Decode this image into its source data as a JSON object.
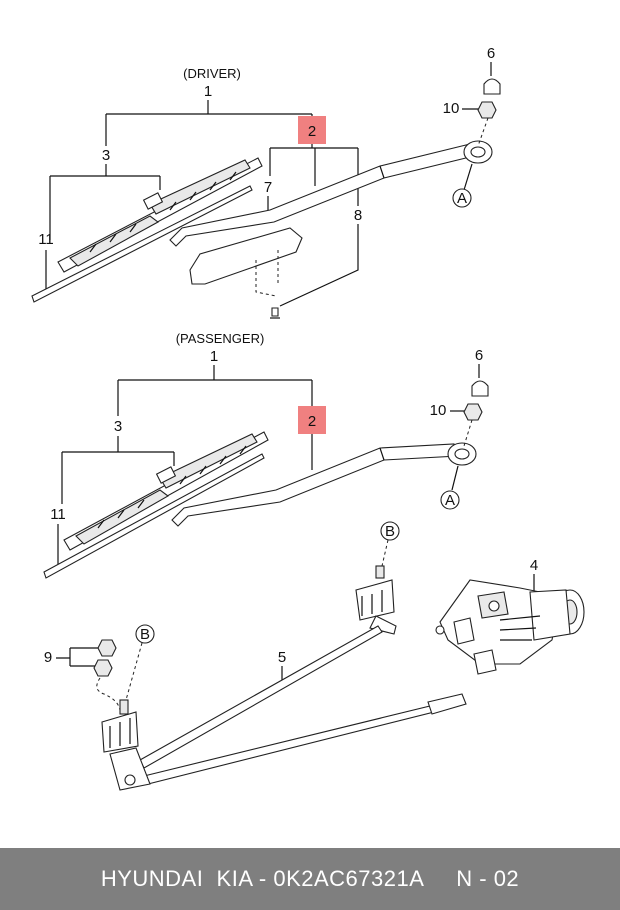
{
  "sections": {
    "driver": "(DRIVER)",
    "passenger": "(PASSENGER)"
  },
  "callouts": {
    "n1": "1",
    "n2": "2",
    "n3": "3",
    "n4": "4",
    "n5": "5",
    "n6": "6",
    "n7": "7",
    "n8": "8",
    "n9": "9",
    "n10": "10",
    "n11": "11",
    "A": "A",
    "B": "B"
  },
  "highlight_color": "#f08080",
  "footer": {
    "text": "HYUNDAI  KIA - 0K2AC67321A     N - 02",
    "background": "#7f7f7f"
  }
}
